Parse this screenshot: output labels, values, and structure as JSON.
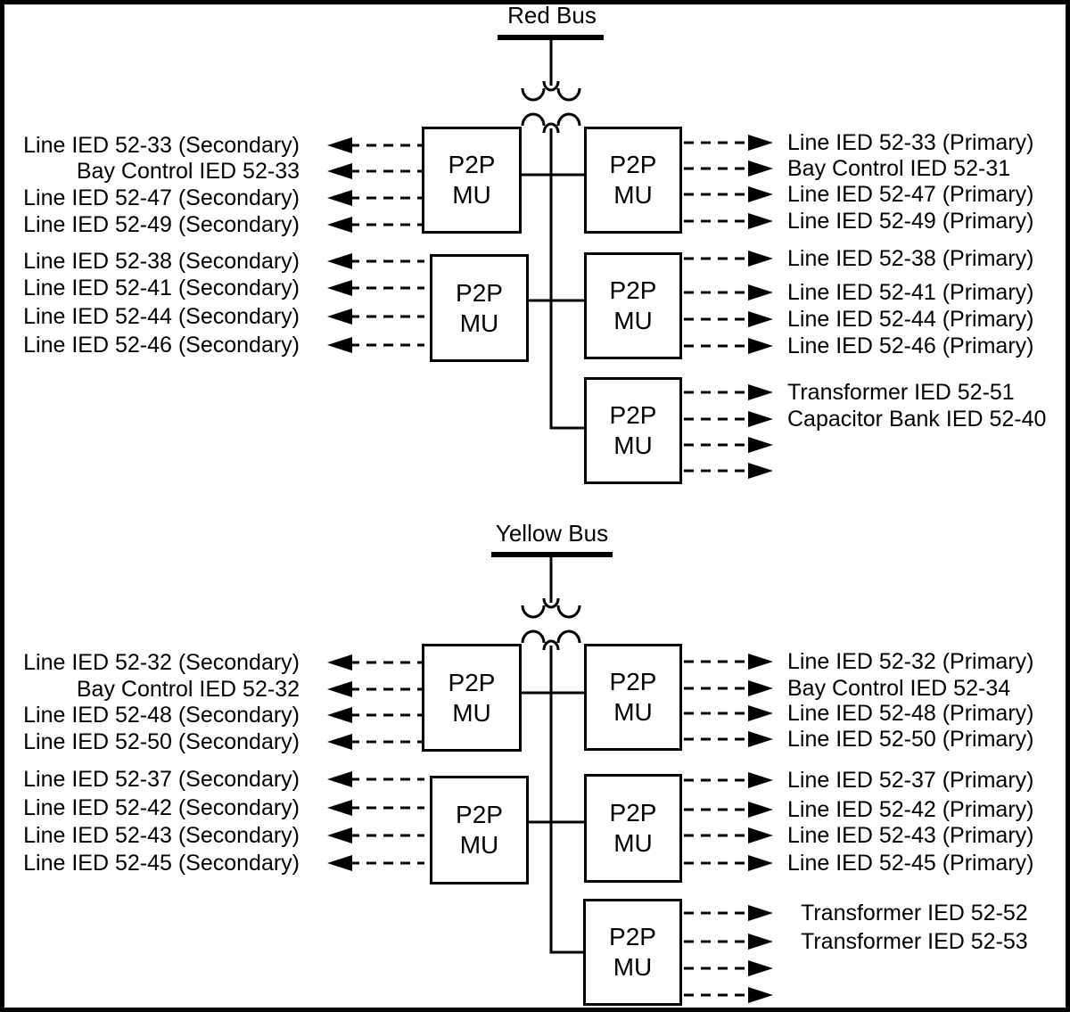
{
  "mu_box": {
    "line1": "P2P",
    "line2": "MU"
  },
  "sections": {
    "red": {
      "title": "Red Bus",
      "left_g1": [
        "Line IED 52-33 (Secondary)",
        "Bay Control IED 52-33",
        "Line IED 52-47 (Secondary)",
        "Line IED 52-49 (Secondary)"
      ],
      "left_g2": [
        "Line IED 52-38 (Secondary)",
        "Line IED 52-41 (Secondary)",
        "Line IED 52-44 (Secondary)",
        "Line IED 52-46 (Secondary)"
      ],
      "right_g1": [
        "Line IED 52-33 (Primary)",
        "Bay Control IED 52-31",
        "Line IED 52-47 (Primary)",
        "Line IED 52-49 (Primary)"
      ],
      "right_g2": [
        "Line IED 52-38 (Primary)",
        "Line IED 52-41 (Primary)",
        "Line IED 52-44 (Primary)",
        "Line IED 52-46 (Primary)"
      ],
      "right_g3": [
        "Transformer IED 52-51",
        "Capacitor Bank IED 52-40"
      ]
    },
    "yellow": {
      "title": "Yellow Bus",
      "left_g1": [
        "Line IED 52-32 (Secondary)",
        "Bay Control IED 52-32",
        "Line IED 52-48 (Secondary)",
        "Line IED 52-50 (Secondary)"
      ],
      "left_g2": [
        "Line IED 52-37 (Secondary)",
        "Line IED 52-42 (Secondary)",
        "Line IED 52-43 (Secondary)",
        "Line IED 52-45 (Secondary)"
      ],
      "right_g1": [
        "Line IED 52-32 (Primary)",
        "Bay Control IED 52-34",
        "Line IED 52-48 (Primary)",
        "Line IED 52-50 (Primary)"
      ],
      "right_g2": [
        "Line IED 52-37 (Primary)",
        "Line IED 52-42 (Primary)",
        "Line IED 52-43 (Primary)",
        "Line IED 52-45 (Primary)"
      ],
      "right_g3": [
        "Transformer IED 52-52",
        "Transformer IED 52-53"
      ]
    }
  }
}
